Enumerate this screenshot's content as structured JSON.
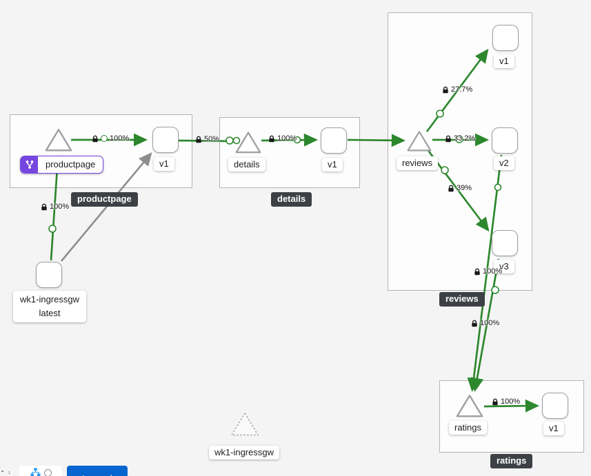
{
  "groups": {
    "productpage": {
      "tooltip": "productpage"
    },
    "details": {
      "tooltip": "details"
    },
    "reviews": {
      "tooltip": "reviews"
    },
    "ratings": {
      "tooltip": "ratings"
    }
  },
  "nodes": {
    "productpage_service": "productpage",
    "productpage_v1": "v1",
    "details_service": "details",
    "details_v1": "v1",
    "reviews_service": "reviews",
    "reviews_v1": "v1",
    "reviews_v2": "v2",
    "reviews_v3": "v3",
    "ratings_service": "ratings",
    "ratings_v1": "v1",
    "ingress_workload_line1": "wk1-ingressgw",
    "ingress_workload_line2": "latest",
    "idle_service": "wk1-ingressgw"
  },
  "edges": {
    "productpage_to_v1": "100%",
    "productpagev1_to_details": "50%",
    "details_to_v1": "100%",
    "reviews_to_v1": "27.7%",
    "reviews_to_v2": "33.2%",
    "reviews_to_v3": "39%",
    "reviewsv2_to_ratings": "100%",
    "reviewsv3_to_ratings": "100%",
    "ratings_to_v1": "100%",
    "ingressgw_to_productpage": "100%"
  },
  "toolbar": {
    "legend": "Legend"
  },
  "colors": {
    "edge_green": "#2d872d",
    "edge_gray": "#8b8d8f",
    "virtual_service_purple": "#7646e0",
    "tooltip_bg": "#3d4045",
    "legend_button_blue": "#0665cf",
    "background": "#f4f4f4"
  }
}
